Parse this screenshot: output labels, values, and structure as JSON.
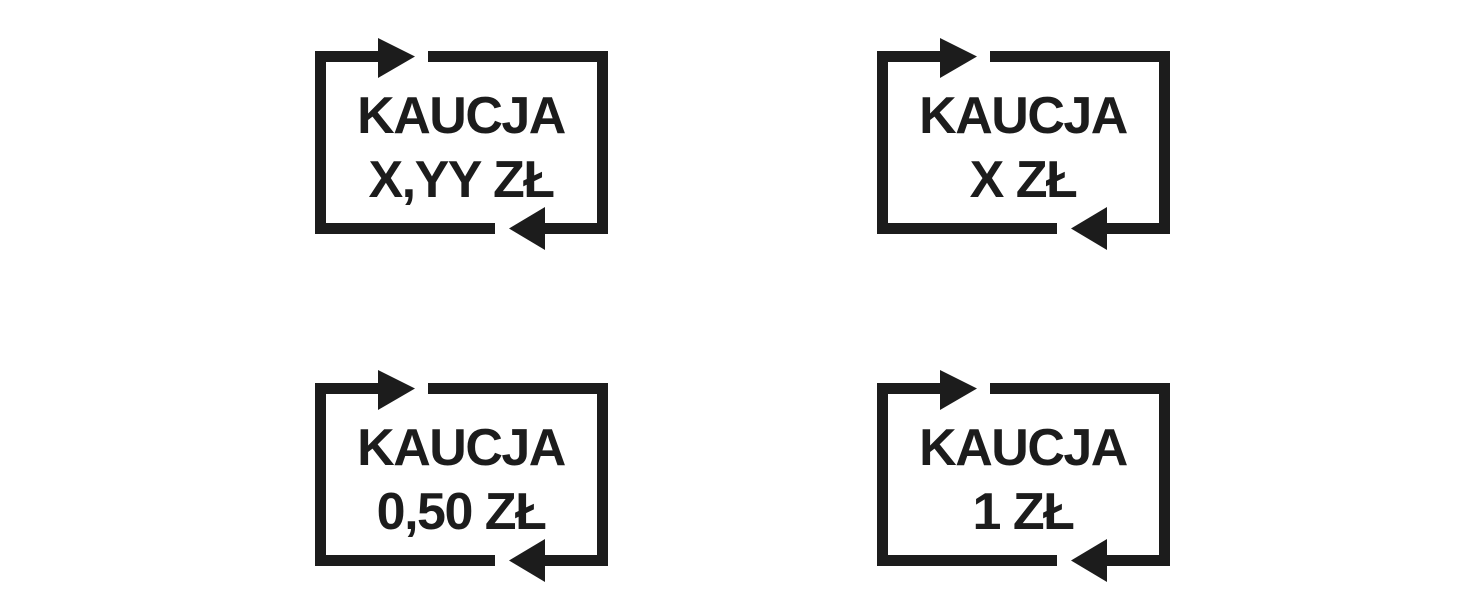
{
  "color": "#1c1c1c",
  "badges": [
    {
      "line1": "KAUCJA",
      "line2": "X,YY ZŁ"
    },
    {
      "line1": "KAUCJA",
      "line2": "X ZŁ"
    },
    {
      "line1": "KAUCJA",
      "line2": "0,50 ZŁ"
    },
    {
      "line1": "KAUCJA",
      "line2": "1 ZŁ"
    }
  ]
}
